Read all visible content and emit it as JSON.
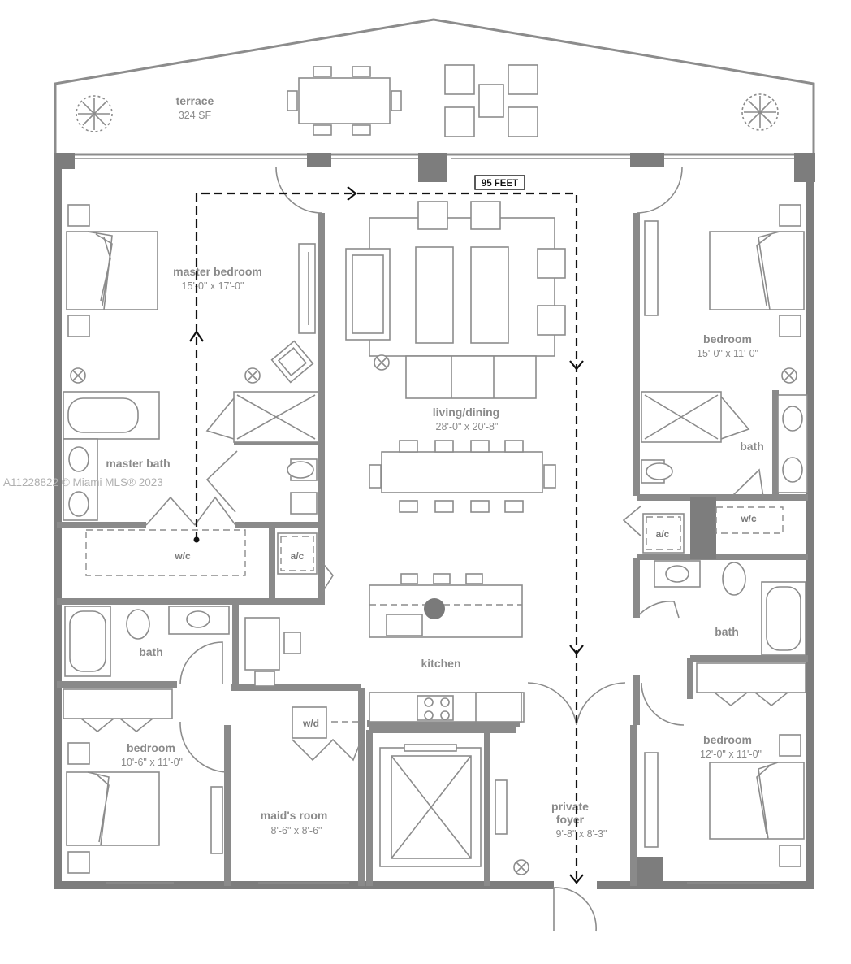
{
  "rooms": {
    "terrace": {
      "name": "terrace",
      "size": "324 SF"
    },
    "master_bedroom": {
      "name": "master bedroom",
      "dims": "15'-0\" x 17'-0\""
    },
    "living_dining": {
      "name": "living/dining",
      "dims": "28'-0\" x 20'-8\""
    },
    "bedroom_ne": {
      "name": "bedroom",
      "dims": "15'-0\" x 11'-0\""
    },
    "master_bath": {
      "name": "master bath"
    },
    "bath_east": {
      "name": "bath"
    },
    "wc_master": {
      "name": "w/c"
    },
    "wc_east": {
      "name": "w/c"
    },
    "ac_center": {
      "name": "a/c"
    },
    "ac_east": {
      "name": "a/c"
    },
    "bath_west": {
      "name": "bath"
    },
    "bath_se": {
      "name": "bath"
    },
    "kitchen": {
      "name": "kitchen"
    },
    "wd": {
      "name": "w/d"
    },
    "bedroom_sw": {
      "name": "bedroom",
      "dims": "10'-6\" x 11'-0\""
    },
    "maids_room": {
      "name": "maid's room",
      "dims": "8'-6\" x 8'-6\""
    },
    "private_foyer": {
      "name": "private foyer",
      "line1": "private",
      "line2": "foyer",
      "dims": "9'-8\" x 8'-3\""
    },
    "bedroom_se": {
      "name": "bedroom",
      "dims": "12'-0\" x 11'-0\""
    }
  },
  "distance_marker": {
    "label": "95 FEET"
  },
  "watermark": "A11228822 © Miami MLS® 2023",
  "colors": {
    "walls": "#7d7d7d",
    "lines": "#8c8c8c",
    "text": "#8a8a8a",
    "route": "#111111"
  }
}
